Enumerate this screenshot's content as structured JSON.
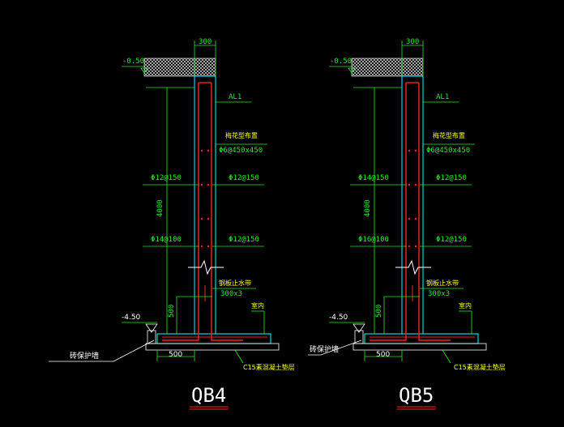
{
  "colors": {
    "background": "#000000",
    "dimension": "#28e628",
    "outline": "#ffffff",
    "wall": "#00ffff",
    "rebar": "#ff2020",
    "note": "#ffff30",
    "title_underline": "#ff2020"
  },
  "drawings": [
    {
      "id": "QB4",
      "title": "QB4",
      "labels": {
        "top_thickness": "300",
        "top_elevation": "-0.50",
        "tag": "AL1",
        "distribution_note": "梅花型布置",
        "tie_bar": "Φ6@450x450",
        "left_upper": "Φ12@150",
        "right_upper": "Φ12@150",
        "height": "4000",
        "left_lower": "Φ14@100",
        "right_lower": "Φ12@150",
        "waterstop_note": "钢板止水带",
        "waterstop_size": "300x3",
        "base_height": "500",
        "base_elevation": "-4.50",
        "basement_label": "室内",
        "protect_wall": "砖保护墙",
        "base_width": "500",
        "cushion": "C15素混凝土垫层"
      }
    },
    {
      "id": "QB5",
      "title": "QB5",
      "labels": {
        "top_thickness": "300",
        "top_elevation": "-0.50",
        "tag": "AL1",
        "distribution_note": "梅花型布置",
        "tie_bar": "Φ6@450x450",
        "left_upper": "Φ14@150",
        "right_upper": "Φ12@150",
        "height": "4000",
        "left_lower": "Φ16@100",
        "right_lower": "Φ12@150",
        "waterstop_note": "钢板止水带",
        "waterstop_size": "300x3",
        "base_height": "500",
        "base_elevation": "-4.50",
        "basement_label": "室内",
        "protect_wall": "砖保护墙",
        "base_width": "500",
        "cushion": "C15素混凝土垫层"
      }
    }
  ]
}
